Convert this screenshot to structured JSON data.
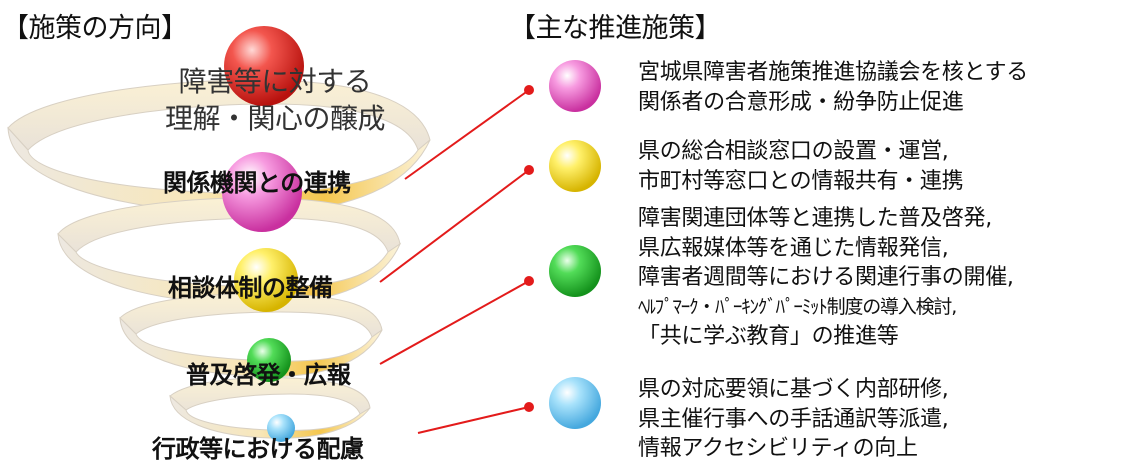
{
  "headings": {
    "direction": "【施策の方向】",
    "measures": "【主な推進施策】"
  },
  "goal": {
    "line1": "障害等に対する",
    "line2": "理解・関心の醸成",
    "color": "#e8322d"
  },
  "policies": [
    {
      "label": "関係機関との連携",
      "color": "#ee7ad0"
    },
    {
      "label": "相談体制の整備",
      "color": "#f2e23a"
    },
    {
      "label": "普及啓発・広報",
      "color": "#36c93e"
    },
    {
      "label": "行政等における配慮",
      "color": "#7fd0f6"
    }
  ],
  "measures": [
    {
      "color": "#ee7ad0",
      "lines": [
        "宮城県障害者施策推進協議会を核とする",
        "関係者の合意形成・紛争防止促進"
      ]
    },
    {
      "color": "#f2e23a",
      "lines": [
        "県の総合相談窓口の設置・運営,",
        "市町村等窓口との情報共有・連携"
      ]
    },
    {
      "color": "#36c93e",
      "lines": [
        "障害関連団体等と連携した普及啓発,",
        "県広報媒体等を通じた情報発信,",
        "障害者週間等における関連行事の開催,",
        "ﾍﾙﾌﾟﾏｰｸ・ﾊﾟｰｷﾝｸﾞﾊﾟｰﾐｯﾄ制度の導入検討,",
        "「共に学ぶ教育」の推進等"
      ]
    },
    {
      "color": "#7fd0f6",
      "lines": [
        "県の対応要領に基づく内部研修,",
        "県主催行事への手話通訳等派遣,",
        "情報アクセシビリティの向上"
      ]
    }
  ],
  "connector_color": "#e31b1b"
}
